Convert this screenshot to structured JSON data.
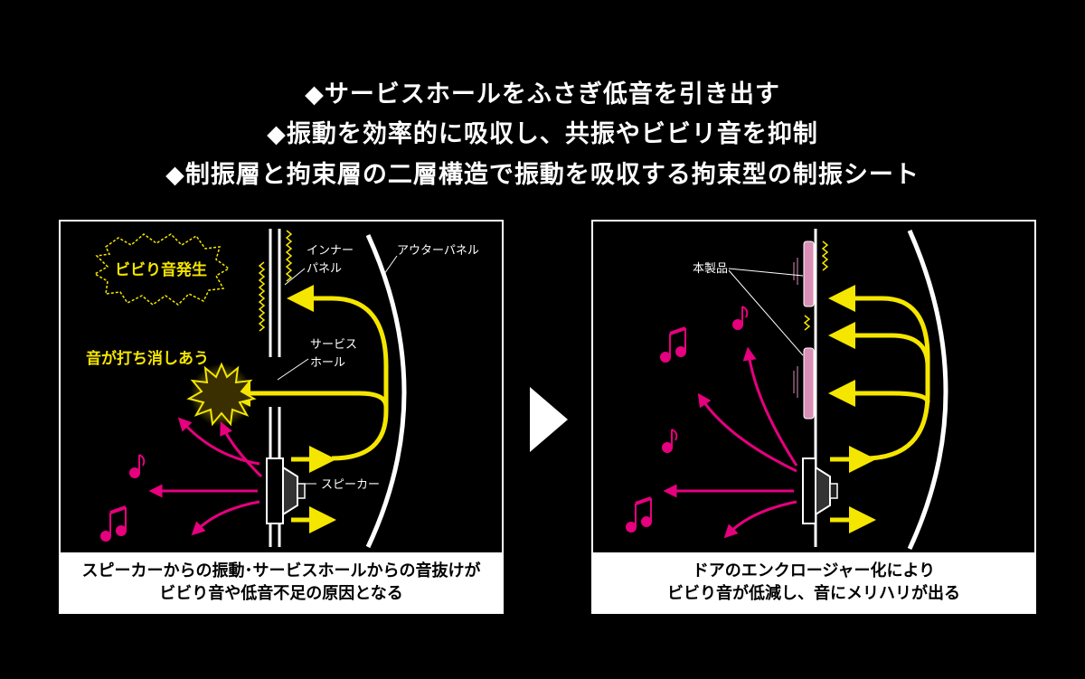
{
  "headlines": [
    "◆サービスホールをふさぎ低音を引き出す",
    "◆振動を効率的に吸収し、共振やビビリ音を抑制",
    "◆制振層と拘束層の二層構造で振動を吸収する拘束型の制振シート"
  ],
  "before": {
    "burst_label": "ビビり音発生",
    "cancel_label": "音が打ち消しあう",
    "inner_panel_label_1": "インナー",
    "inner_panel_label_2": "パネル",
    "outer_panel_label": "アウターパネル",
    "service_hole_label_1": "サービス",
    "service_hole_label_2": "ホール",
    "speaker_label": "スピーカー",
    "caption_line1": "スピーカーからの振動･サービスホールからの音抜けが",
    "caption_line2": "ビビり音や低音不足の原因となる"
  },
  "after": {
    "product_label": "本製品",
    "caption_line1": "ドアのエンクロージャー化により",
    "caption_line2": "ビビり音が低減し、音にメリハリが出る"
  },
  "colors": {
    "yellow": "#f5e600",
    "magenta": "#e6007e",
    "pink_sheet": "#d98fb6",
    "background": "#000000"
  }
}
